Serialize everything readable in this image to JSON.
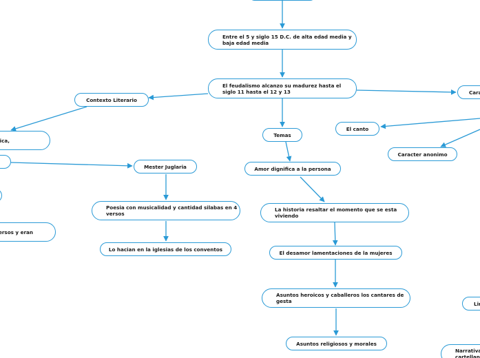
{
  "nodes": {
    "n_top": "",
    "n_alta_edad": "Entre el 5 y siglo 15 D.C. de alta edad media y baja edad media",
    "n_feudalismo": "El feudalismo alcanzo su madurez hasta el siglo 11 hasta el 12 y 13",
    "n_contexto": "Contexto Literario",
    "n_caracteristicas": "Cara",
    "n_rica": "rica,",
    "n_blank_left": "",
    "n_mester": "Mester Juglaria",
    "n_temas": "Temas",
    "n_el_canto": "El canto",
    "n_anonimo": "Caracter anonimo",
    "n_amor": "Amor dignifica a la persona",
    "n_historia": "La historia resaltar el momento que se esta viviendo",
    "n_poesia": "Poesia con musicalidad y cantidad silabas en 4 versos",
    "n_iglesias": "Lo hacian en la iglesias de los conventos",
    "n_versos": "ersos y eran",
    "n_small_left": "",
    "n_desamor": "El desamor lamentaciones de la mujeres",
    "n_asuntos_heroicos": "Asuntos heroicos y caballeros los cantares de gesta",
    "n_religiosos": "Asuntos religiosos y morales",
    "n_lir": "Lir",
    "n_narrativa": "Narrativa cartellan"
  }
}
